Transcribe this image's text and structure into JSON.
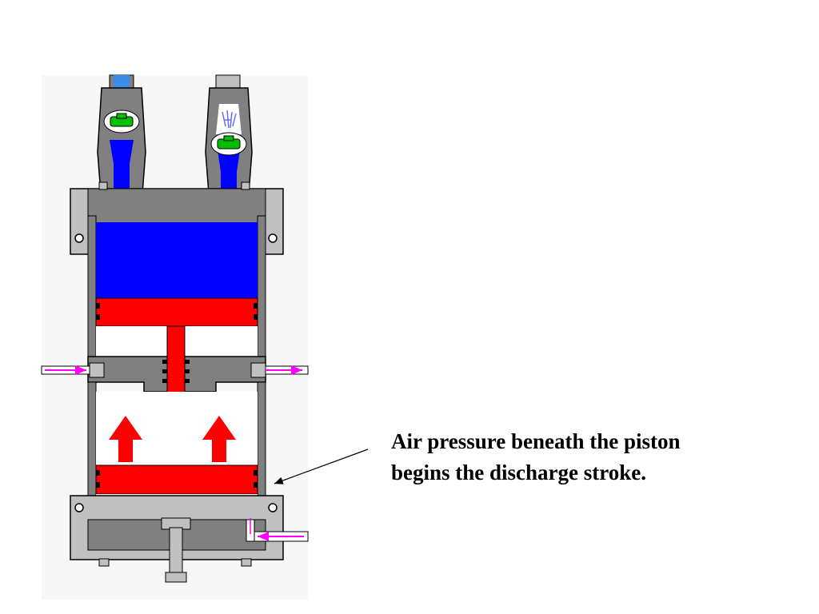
{
  "caption": {
    "text": "Air pressure beneath the piston begins the discharge stroke."
  },
  "colors": {
    "fluid": "#0000ff",
    "piston": "#ff0000",
    "body": "#808080",
    "body_light": "#c0c0c0",
    "air_arrow": "#ff00ff",
    "check_valve": "#00c000"
  },
  "icons": [
    "fluid-inlet-pipe",
    "discharge-pipe",
    "check-valve",
    "piston",
    "up-arrow",
    "air-inlet",
    "air-exhaust",
    "pointer-arrow"
  ]
}
